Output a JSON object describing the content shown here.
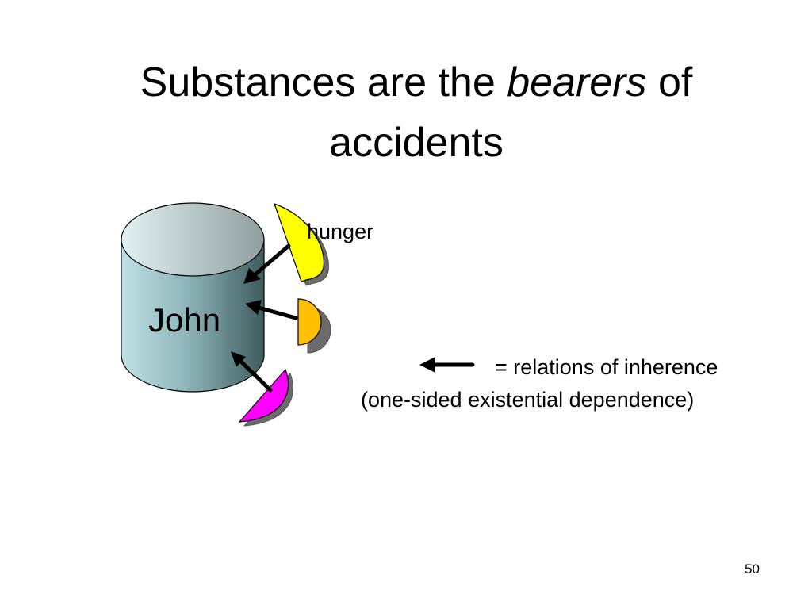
{
  "slide": {
    "title_before": "Substances are the ",
    "title_emphasis": "bearers",
    "title_after": " of accidents",
    "substance_label": "John",
    "accident_label": "hunger",
    "legend_line1": "= relations of inherence",
    "legend_line2": "(one-sided existential dependence)",
    "page_number": "50"
  },
  "colors": {
    "cylinder_light": "#d9ecef",
    "cylinder_dark": "#3f5c5e",
    "hunger_accident": "#ffff00",
    "orange_accident": "#ffc000",
    "magenta_accident": "#ff00ff",
    "arrow": "#000000"
  }
}
